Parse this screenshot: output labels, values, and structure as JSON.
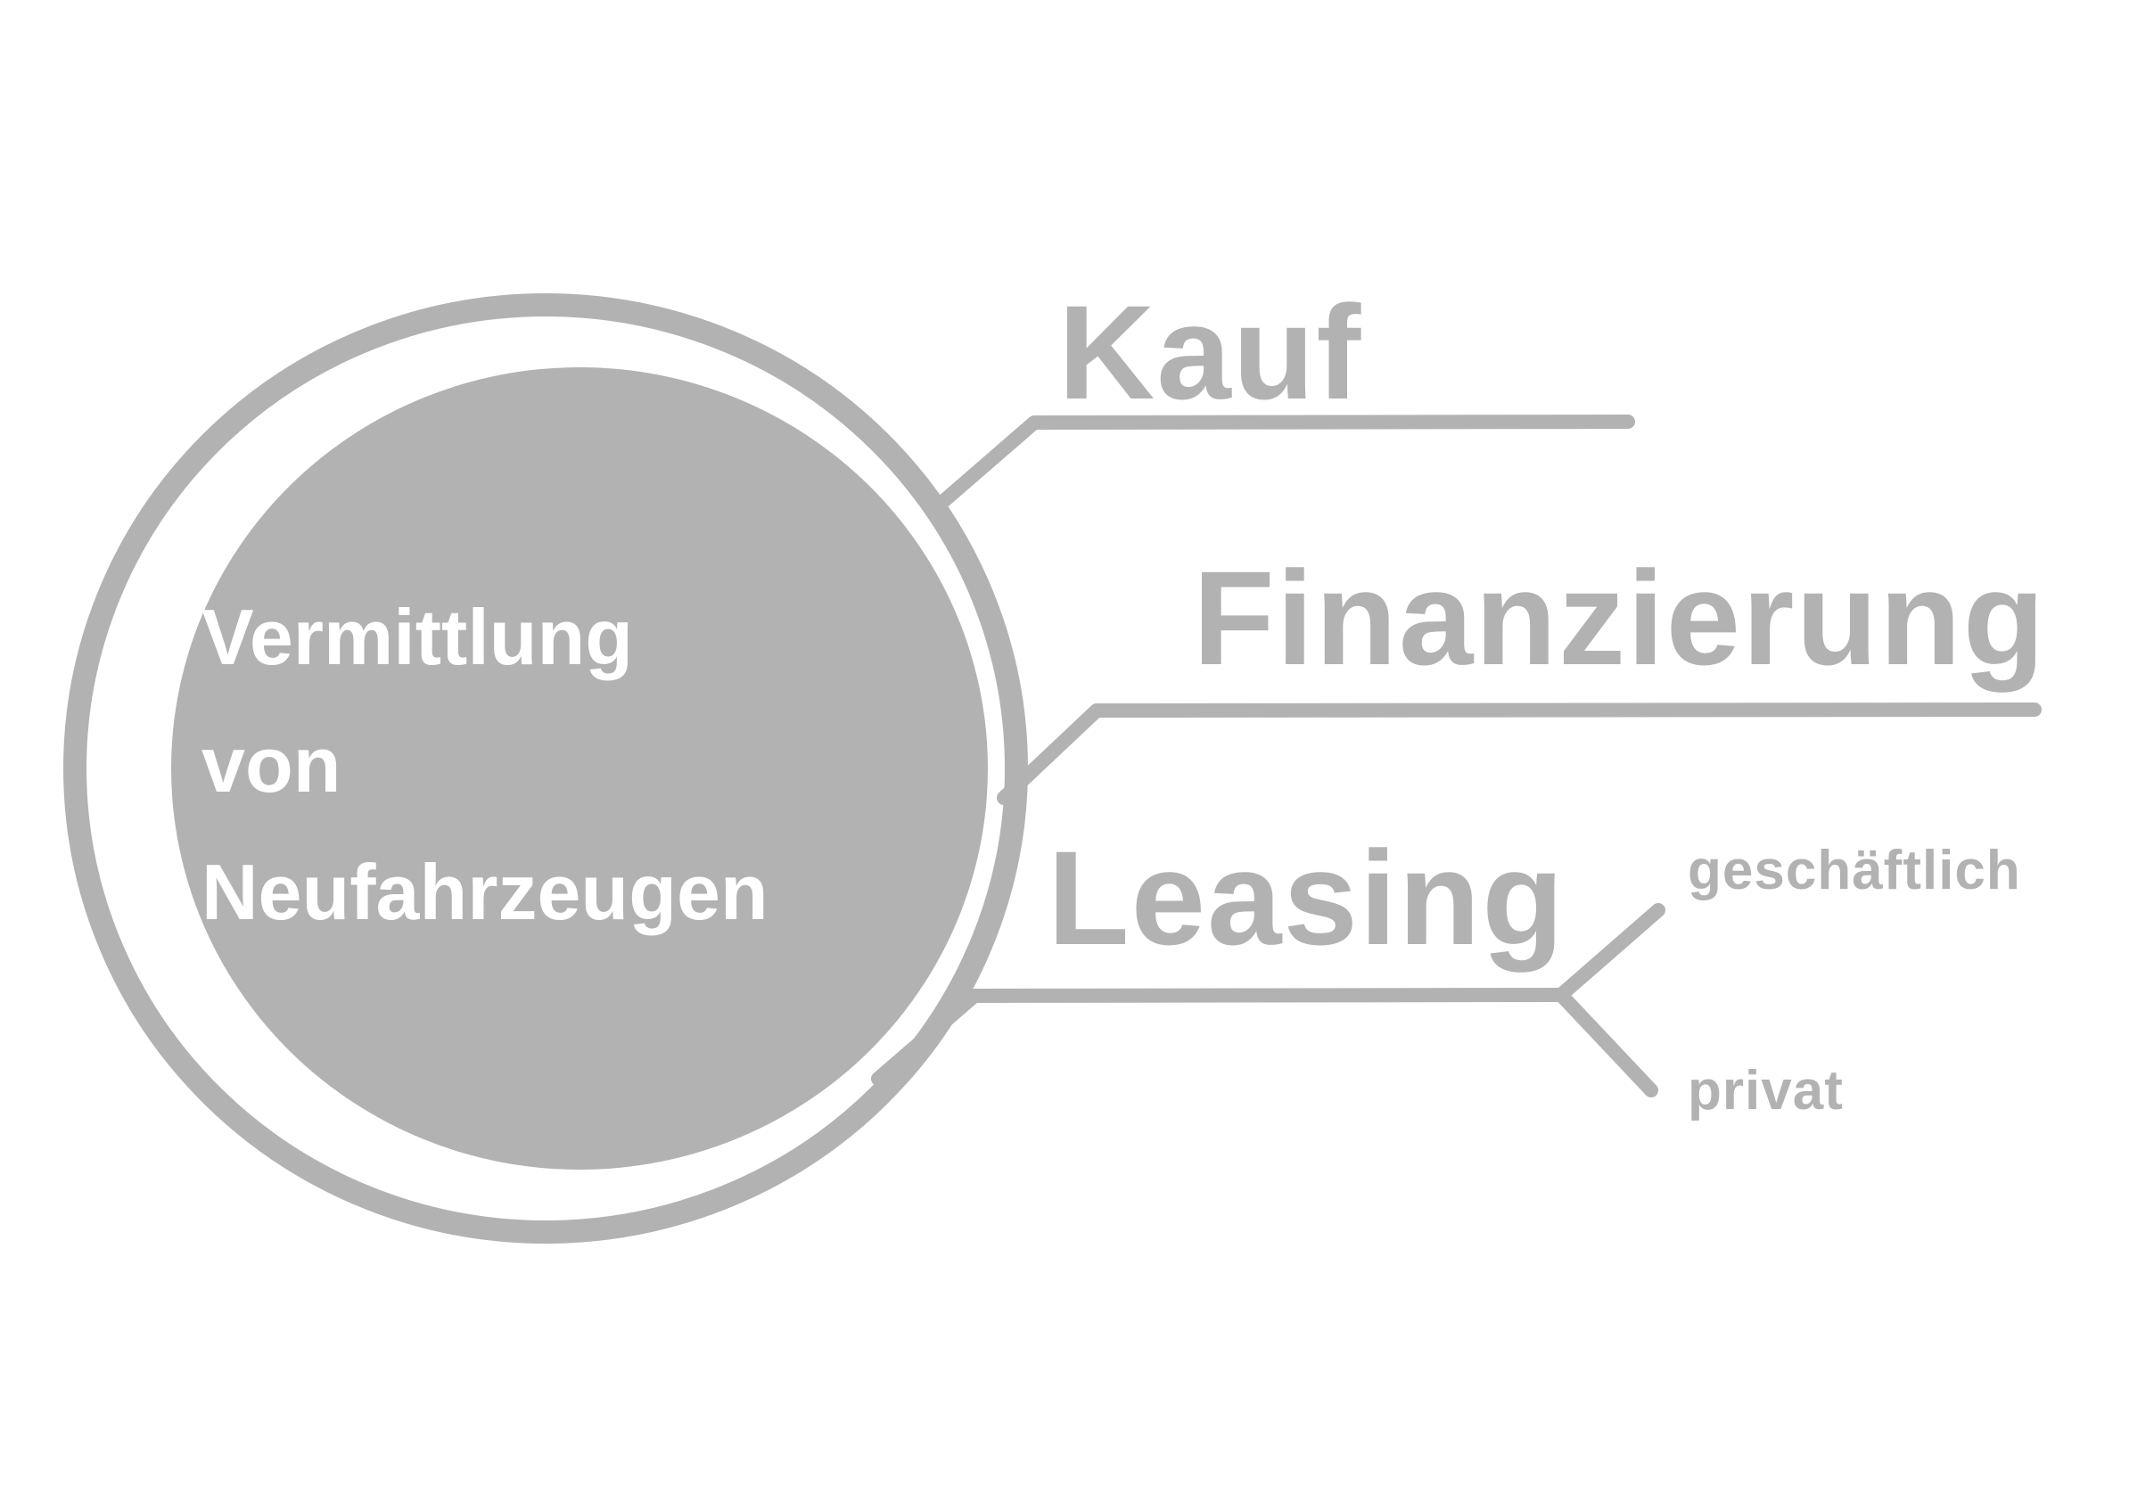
{
  "center": {
    "lines": [
      "Vermittlung",
      "von",
      "Neufahrzeugen"
    ]
  },
  "branches": {
    "kauf": "Kauf",
    "finanzierung": "Finanzierung",
    "leasing": "Leasing",
    "leasing_sub": {
      "geschaeftlich": "geschäftlich",
      "privat": "privat"
    }
  },
  "colors": {
    "gray": "#b3b2b3",
    "text_on_circle": "#ffffff",
    "background": "#ffffff"
  }
}
